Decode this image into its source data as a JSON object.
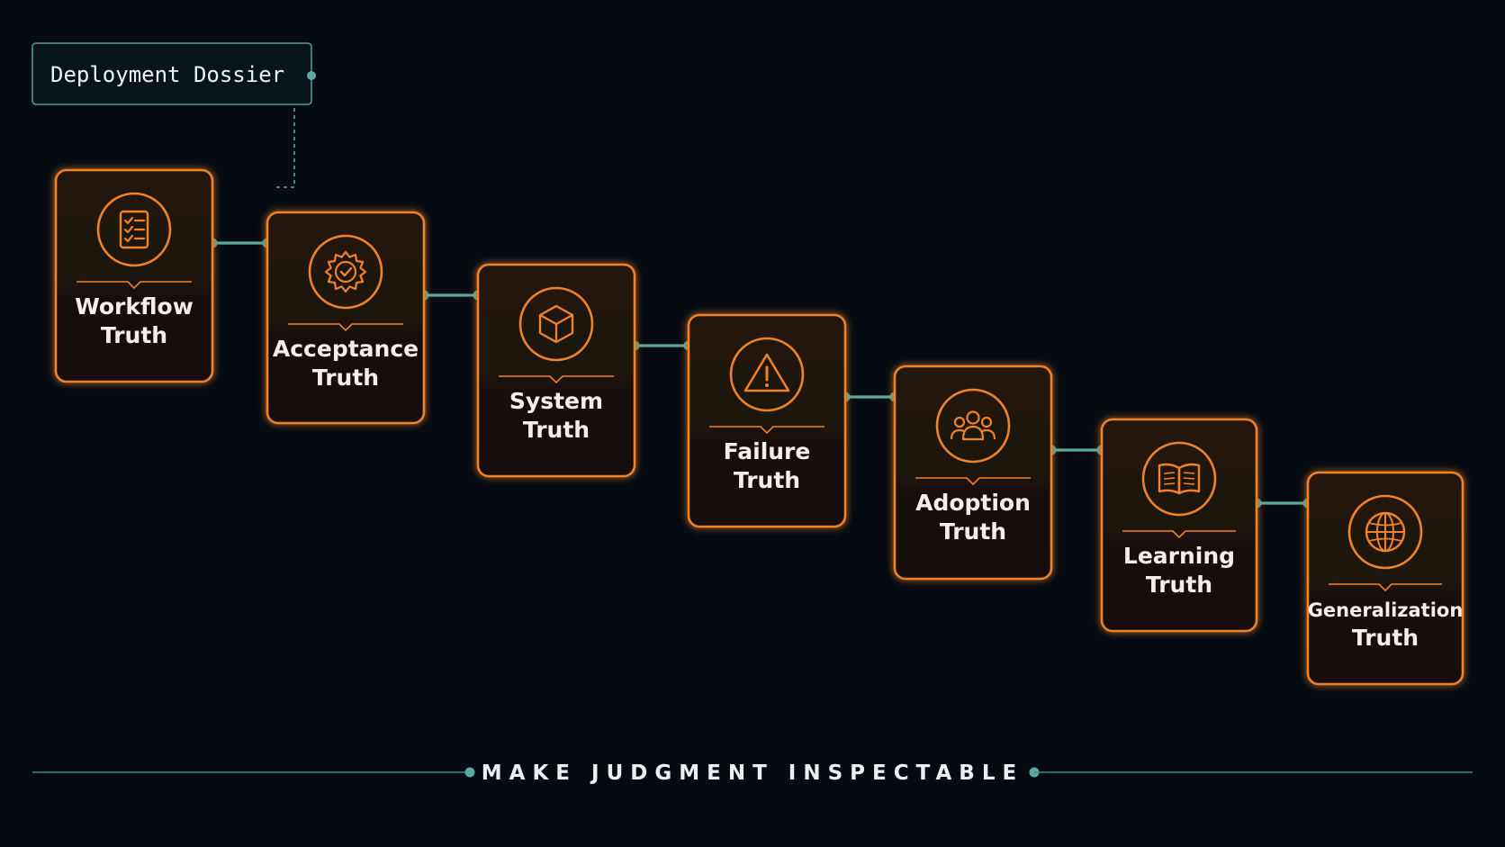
{
  "header": {
    "label": "Deployment Dossier"
  },
  "stages": [
    {
      "line1": "Workflow",
      "line2": "Truth",
      "icon": "checklist-icon"
    },
    {
      "line1": "Acceptance",
      "line2": "Truth",
      "icon": "gear-check-icon"
    },
    {
      "line1": "System",
      "line2": "Truth",
      "icon": "cube-icon"
    },
    {
      "line1": "Failure",
      "line2": "Truth",
      "icon": "warning-icon"
    },
    {
      "line1": "Adoption",
      "line2": "Truth",
      "icon": "people-icon"
    },
    {
      "line1": "Learning",
      "line2": "Truth",
      "icon": "book-icon"
    },
    {
      "line1": "Generalization",
      "line2": "Truth",
      "icon": "globe-icon"
    }
  ],
  "footer": {
    "tagline": "MAKE JUDGMENT INSPECTABLE"
  },
  "colors": {
    "background": "#060b12",
    "accent_orange": "#f0822a",
    "connector_teal": "#5fa8a0",
    "card_fill": "#1a120c",
    "text": "#f4efe9"
  }
}
